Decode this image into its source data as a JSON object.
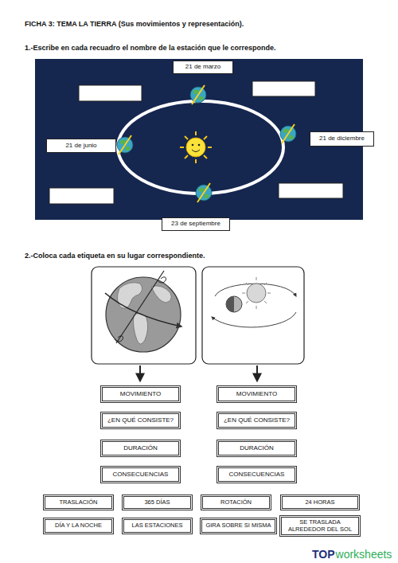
{
  "diagram": {
    "title": "FICHA 3: TEMA LA TIERRA (Sus movimientos y representación).",
    "nodes": [
      {
        "text": [
          "21 de marzo"
        ]
      },
      {
        "text": [
          "21 de junio"
        ]
      },
      {
        "text": [
          "21 de diciembre"
        ]
      },
      {
        "text": [
          "23 de septiembre"
        ]
      },
      {
        "text": [
          "MOVIMIENTO"
        ]
      },
      {
        "text": [
          "MOVIMIENTO"
        ]
      },
      {
        "text": [
          "¿EN QUÉ CONSISTE?"
        ]
      },
      {
        "text": [
          "¿EN QUÉ CONSISTE?"
        ]
      },
      {
        "text": [
          "DURACIÓN"
        ]
      },
      {
        "text": [
          "DURACIÓN"
        ]
      },
      {
        "text": [
          "CONSECUENCIAS"
        ]
      },
      {
        "text": [
          "CONSECUENCIAS"
        ]
      },
      {
        "text": [
          "TRASLACIÓN"
        ]
      },
      {
        "text": [
          "365 DÍAS"
        ]
      },
      {
        "text": [
          "ROTACIÓN"
        ]
      },
      {
        "text": [
          "24 HORAS"
        ]
      },
      {
        "text": [
          "DÍA Y LA NOCHE"
        ]
      },
      {
        "text": [
          "LAS ESTACIONES"
        ]
      },
      {
        "text": [
          "GIRA SOBRE SI MISMA"
        ]
      },
      {
        "text": [
          "SE TRASLADA ALREDEDOR DEL SOL"
        ]
      }
    ],
    "labels": [
      "1.-Escribe en cada recuadro el nombre de la estación que le corresponde.",
      "2.-Coloca cada etiqueta en su lugar correspondiente.",
      "TOP",
      "worksheets"
    ]
  }
}
